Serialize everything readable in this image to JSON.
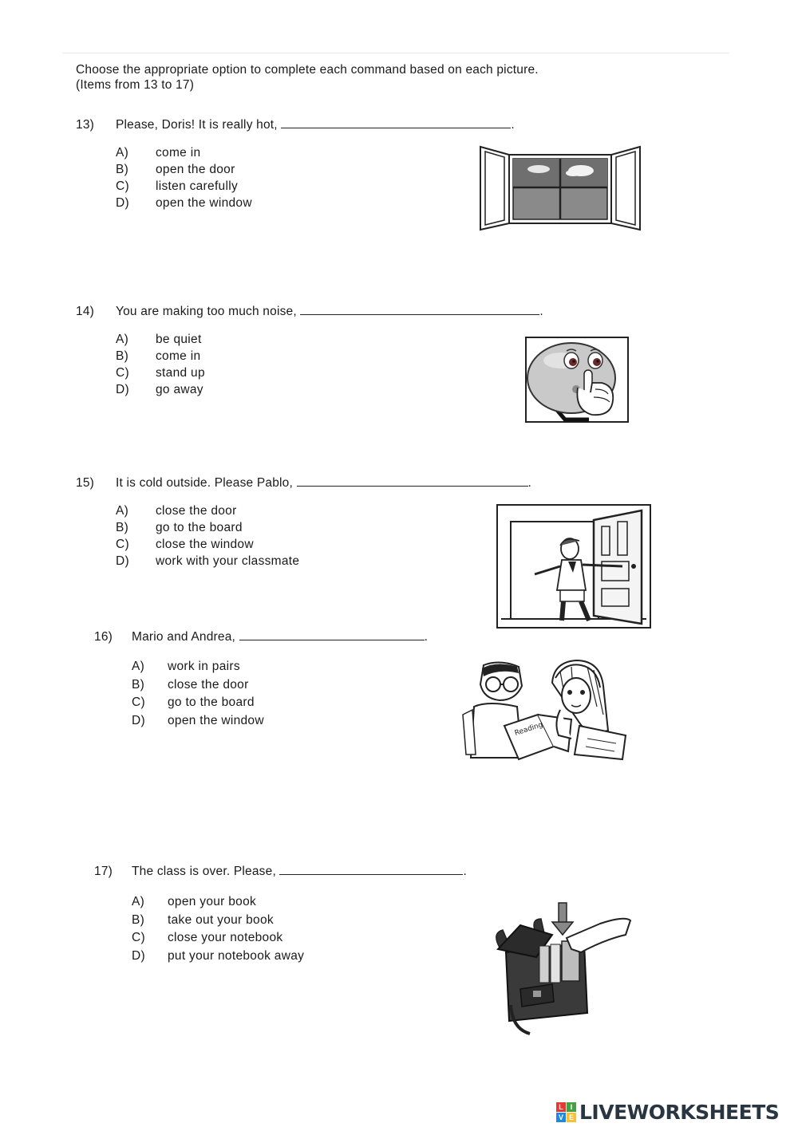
{
  "instructions": {
    "line1": "Choose the appropriate option to complete each command based on each picture.",
    "line2": "(Items from 13 to 17)"
  },
  "questions": [
    {
      "number": "13)",
      "stem": "Please, Doris! It is really hot,",
      "end": ".",
      "options": [
        {
          "letter": "A)",
          "text": "come in"
        },
        {
          "letter": "B)",
          "text": "open the door"
        },
        {
          "letter": "C)",
          "text": "listen carefully"
        },
        {
          "letter": "D)",
          "text": "open the window"
        }
      ]
    },
    {
      "number": "14)",
      "stem": "You are making too much noise,",
      "end": ".",
      "options": [
        {
          "letter": "A)",
          "text": "be quiet"
        },
        {
          "letter": "B)",
          "text": "come in"
        },
        {
          "letter": "C)",
          "text": "stand up"
        },
        {
          "letter": "D)",
          "text": "go away"
        }
      ]
    },
    {
      "number": "15)",
      "stem": "It is cold outside. Please Pablo,",
      "end": ".",
      "options": [
        {
          "letter": "A)",
          "text": "close the door"
        },
        {
          "letter": "B)",
          "text": "go to the board"
        },
        {
          "letter": "C)",
          "text": "close the window"
        },
        {
          "letter": "D)",
          "text": "work with your classmate"
        }
      ]
    },
    {
      "number": "16)",
      "stem": "Mario and Andrea,",
      "end": ".",
      "options": [
        {
          "letter": "A)",
          "text": "work in pairs"
        },
        {
          "letter": "B)",
          "text": "close the door"
        },
        {
          "letter": "C)",
          "text": "go to the board"
        },
        {
          "letter": "D)",
          "text": "open the window"
        }
      ]
    },
    {
      "number": "17)",
      "stem": "The class is over. Please,",
      "end": ".",
      "options": [
        {
          "letter": "A)",
          "text": "open your book"
        },
        {
          "letter": "B)",
          "text": "take out your book"
        },
        {
          "letter": "C)",
          "text": "close your notebook"
        },
        {
          "letter": "D)",
          "text": "put your notebook away"
        }
      ]
    }
  ],
  "footer": {
    "logo_text": "LIVEWORKSHEETS",
    "badge_letters": [
      "L",
      "I",
      "V",
      "E"
    ],
    "badge_colors": [
      "#e53935",
      "#43a047",
      "#1e88e5",
      "#fbc02d"
    ]
  }
}
